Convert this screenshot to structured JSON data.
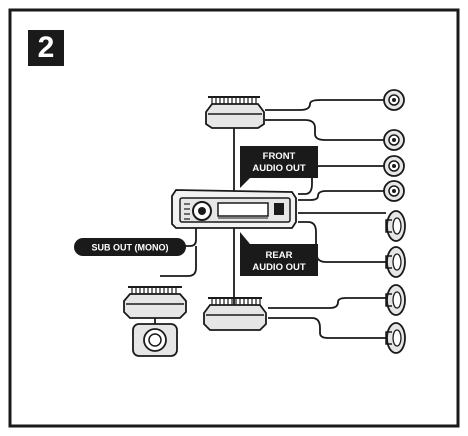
{
  "step_number": "2",
  "labels": {
    "front_audio_out": [
      "FRONT",
      "AUDIO OUT"
    ],
    "rear_audio_out": [
      "REAR",
      "AUDIO OUT"
    ],
    "sub_out_mono": "SUB OUT (MONO)"
  },
  "colors": {
    "ink": "#1a1a1a",
    "label_bg": "#1a1a1a",
    "label_text": "#ffffff",
    "component_fill": "#e6e6e6"
  }
}
